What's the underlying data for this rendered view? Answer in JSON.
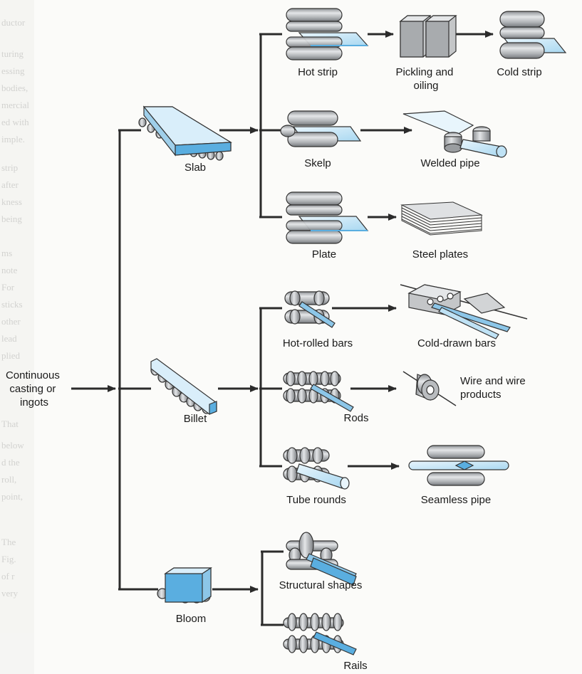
{
  "source": {
    "label": "Continuous\ncasting or\ningots"
  },
  "primary": [
    {
      "id": "slab",
      "label": "Slab"
    },
    {
      "id": "billet",
      "label": "Billet"
    },
    {
      "id": "bloom",
      "label": "Bloom"
    }
  ],
  "slab_products": {
    "hot_strip": "Hot strip",
    "pickling": "Pickling and\noiling",
    "cold_strip": "Cold strip",
    "skelp": "Skelp",
    "welded_pipe": "Welded pipe",
    "plate": "Plate",
    "steel_plates": "Steel plates"
  },
  "billet_products": {
    "hot_rolled_bars": "Hot-rolled bars",
    "cold_drawn_bars": "Cold-drawn bars",
    "rods": "Rods",
    "wire": "Wire and wire\nproducts",
    "tube_rounds": "Tube rounds",
    "seamless_pipe": "Seamless pipe"
  },
  "bloom_products": {
    "structural_shapes": "Structural shapes",
    "rails": "Rails"
  },
  "colors": {
    "line": "#2b2b2b",
    "metal": "#b9bcbf",
    "metal_dark": "#7d8084",
    "steel_blue": "#bfe2f5",
    "edge_blue": "#5aaee0"
  }
}
